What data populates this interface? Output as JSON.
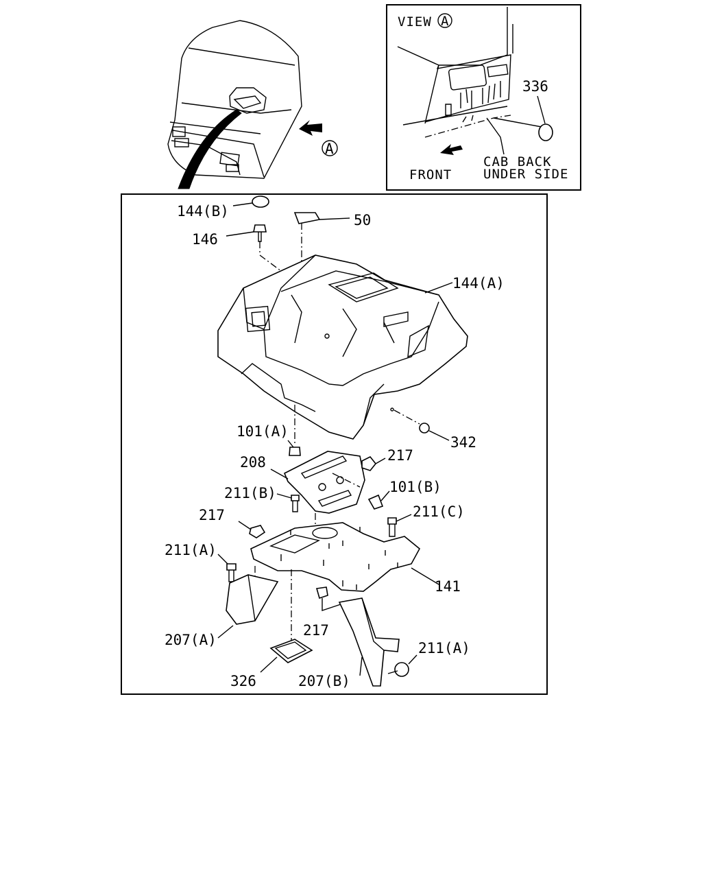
{
  "view_panel": {
    "title": "VIEW",
    "circle_letter": "A",
    "front_label": "FRONT",
    "cab_back_line1": "CAB BACK",
    "cab_back_line2": "UNDER SIDE",
    "part_336": "336"
  },
  "cab_view": {
    "arrow_letter": "A"
  },
  "parts": {
    "p144b": "144(B)",
    "p146": "146",
    "p50": "50",
    "p144a": "144(A)",
    "p342": "342",
    "p101a": "101(A)",
    "p208": "208",
    "p217_top": "217",
    "p101b": "101(B)",
    "p211b": "211(B)",
    "p217_left": "217",
    "p211c": "211(C)",
    "p211a_left": "211(A)",
    "p141": "141",
    "p207a": "207(A)",
    "p217_bottom": "217",
    "p211a_right": "211(A)",
    "p326": "326",
    "p207b": "207(B)"
  }
}
